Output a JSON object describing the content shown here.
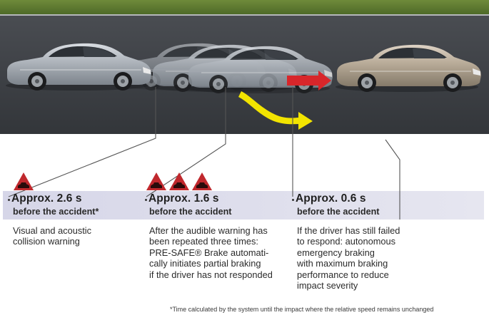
{
  "stages": [
    {
      "heading": "Approx. 2.6 s",
      "subheading": "before the accident*",
      "description": "Visual and acoustic\ncollision warning",
      "warning_icons": 1
    },
    {
      "heading": "Approx. 1.6 s",
      "subheading": "before the accident",
      "description": "After the audible warning has\nbeen repeated three times:\nPRE-SAFE® Brake automati-\ncally initiates partial braking\nif the driver has not responded",
      "warning_icons": 3
    },
    {
      "heading": "Approx. 0.6 s",
      "subheading": "before the accident",
      "description": "If the driver has still failed\nto respond: autonomous\nemergency braking\nwith maximum braking\nperformance to reduce\nimpact severity",
      "warning_icons": 0
    }
  ],
  "footnote": "*Time calculated by the system until the impact where the relative speed remains unchanged",
  "colors": {
    "warning_red": "#c0282d",
    "band_lavender": "#dcdcec",
    "arrow_red": "#d8262a",
    "arrow_yellow": "#f2e400"
  }
}
